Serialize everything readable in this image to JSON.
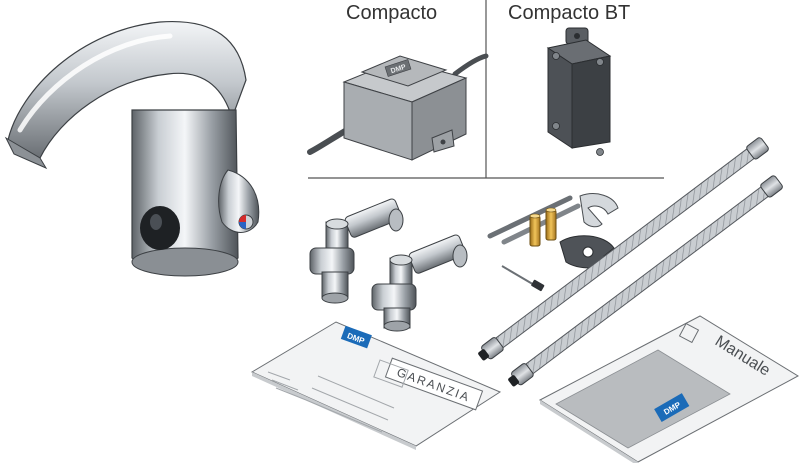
{
  "labels": {
    "compacto": "Compacto",
    "compacto_bt": "Compacto BT"
  },
  "brand": {
    "logo_text": "DMP",
    "color": "#1b6bb8"
  },
  "documents": {
    "warranty_title": "GARANZIA",
    "manual_title": "Manuale"
  },
  "colors": {
    "chrome_dark": "#6f7479",
    "chrome_light": "#e9ecef",
    "box_grey": "#a9adb1",
    "bt_box": "#4d5156",
    "brass": "#c8962e"
  }
}
